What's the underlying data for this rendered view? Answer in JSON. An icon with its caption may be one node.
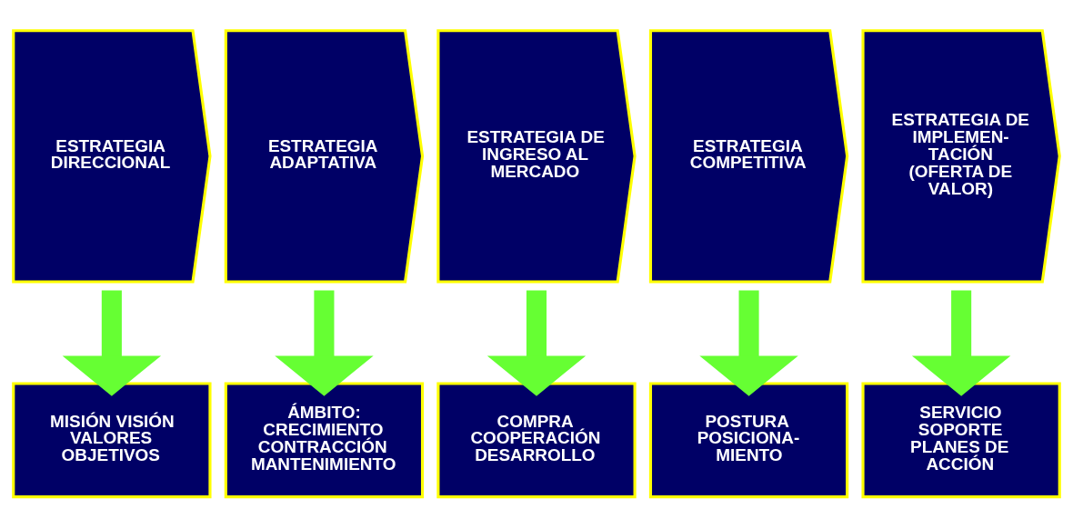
{
  "diagram": {
    "nodes": [
      {
        "text": [
          "ESTRATEGIA DIRECCIONAL"
        ]
      },
      {
        "text": [
          "ESTRATEGIA ADAPTATIVA"
        ]
      },
      {
        "text": [
          "ESTRATEGIA DE INGRESO AL MERCADO"
        ]
      },
      {
        "text": [
          "ESTRATEGIA COMPETITIVA"
        ]
      },
      {
        "text": [
          "ESTRATEGIA DE IMPLEMEN- TACIÓN (OFERTA DE VALOR)"
        ]
      },
      {
        "text": [
          "MISIÓN VISIÓN VALORES OBJETIVOS"
        ]
      },
      {
        "text": [
          "ÁMBITO: CRECIMIENTO CONTRACCIÓN MANTENIMIENTO"
        ]
      },
      {
        "text": [
          "COMPRA COOPERACIÓN DESARROLLO"
        ]
      },
      {
        "text": [
          "POSTURA POSICIONA- MIENTO"
        ]
      },
      {
        "text": [
          "SERVICIO SOPORTE PLANES DE ACCIÓN"
        ]
      }
    ],
    "edges": [
      {
        "from": 0,
        "to": 5,
        "arrow": "to"
      },
      {
        "from": 1,
        "to": 6,
        "arrow": "to"
      },
      {
        "from": 2,
        "to": 7,
        "arrow": "to"
      },
      {
        "from": 3,
        "to": 8,
        "arrow": "to"
      },
      {
        "from": 4,
        "to": 9,
        "arrow": "to"
      }
    ]
  }
}
